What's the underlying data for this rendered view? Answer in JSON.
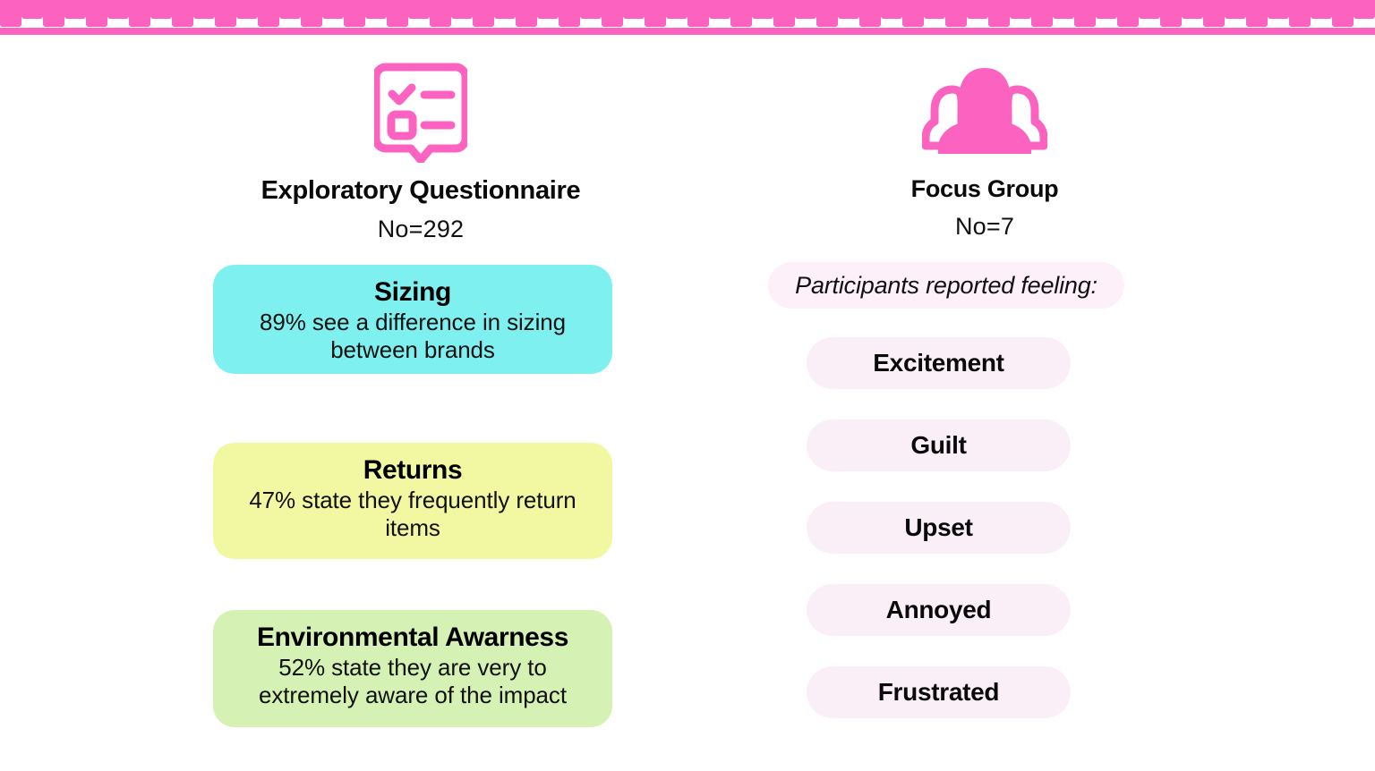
{
  "theme": {
    "accent_pink": "#fc62c0",
    "card_cyan": "#7ff0f0",
    "card_yellow": "#f2f7a1",
    "card_green": "#d6f1b4",
    "pill_pink": "#fbeff7",
    "text_dark": "#0a0a0a",
    "background": "#ffffff"
  },
  "ruler": {
    "icon": "ruler-strip",
    "tick_count": 64
  },
  "columns": [
    {
      "id": "exploratory-questionnaire",
      "icon": "checklist-speech-bubble-icon",
      "title": "Exploratory Questionnaire",
      "subtitle": "No=292",
      "cards": [
        {
          "title": "Sizing",
          "body": "89% see a difference in sizing between brands",
          "color": "#7ff0f0",
          "stat_percent": 89
        },
        {
          "title": "Returns",
          "body": "47% state they frequently return items",
          "color": "#f2f7a1",
          "stat_percent": 47
        },
        {
          "title": "Environmental Awarness",
          "body": "52% state they are very to extremely aware of the impact",
          "color": "#d6f1b4",
          "stat_percent": 52
        }
      ]
    },
    {
      "id": "focus-group",
      "icon": "focus-group-people-icon",
      "title": "Focus Group",
      "subtitle": "No=7",
      "lead_label": "Participants reported feeling:",
      "feelings": [
        "Excitement",
        "Guilt",
        "Upset",
        "Annoyed",
        "Frustrated"
      ]
    }
  ]
}
